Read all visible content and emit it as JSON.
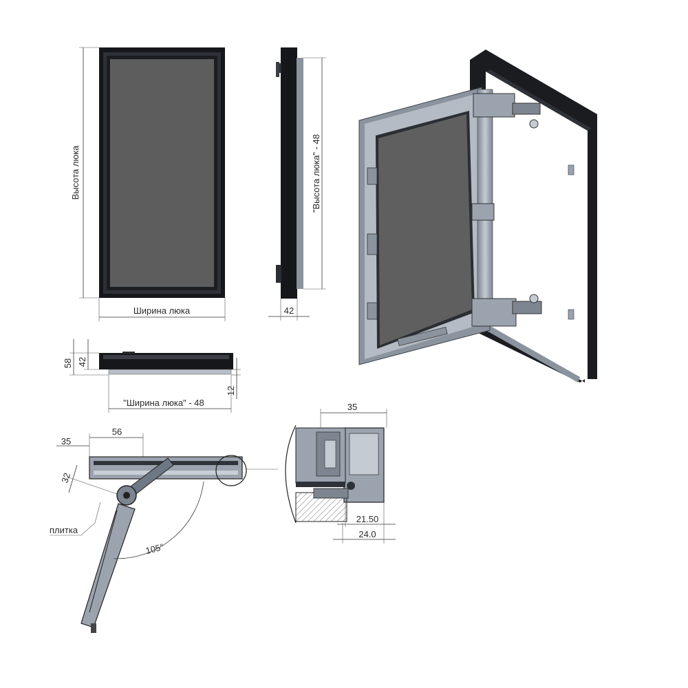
{
  "labels": {
    "front_height": "Высота люка",
    "front_width": "Ширина люка",
    "side_height": "\"Высота люка\" - 48",
    "side_depth": "42",
    "bottom_58": "58",
    "bottom_42": "42",
    "bottom_width": "\"Ширина люка\" - 48",
    "bottom_12": "12",
    "sect_35": "35",
    "sect_56": "56",
    "sect_32": "32",
    "tile": "плитка",
    "angle": "105°",
    "detail_35": "35",
    "detail_2150": "21.50",
    "detail_240": "24.0"
  },
  "colors": {
    "frame": "#1c1f24",
    "panel": "#5a5a5a",
    "metal": "#9aa3ae",
    "metal_dark": "#6e7884",
    "line": "#333333"
  }
}
